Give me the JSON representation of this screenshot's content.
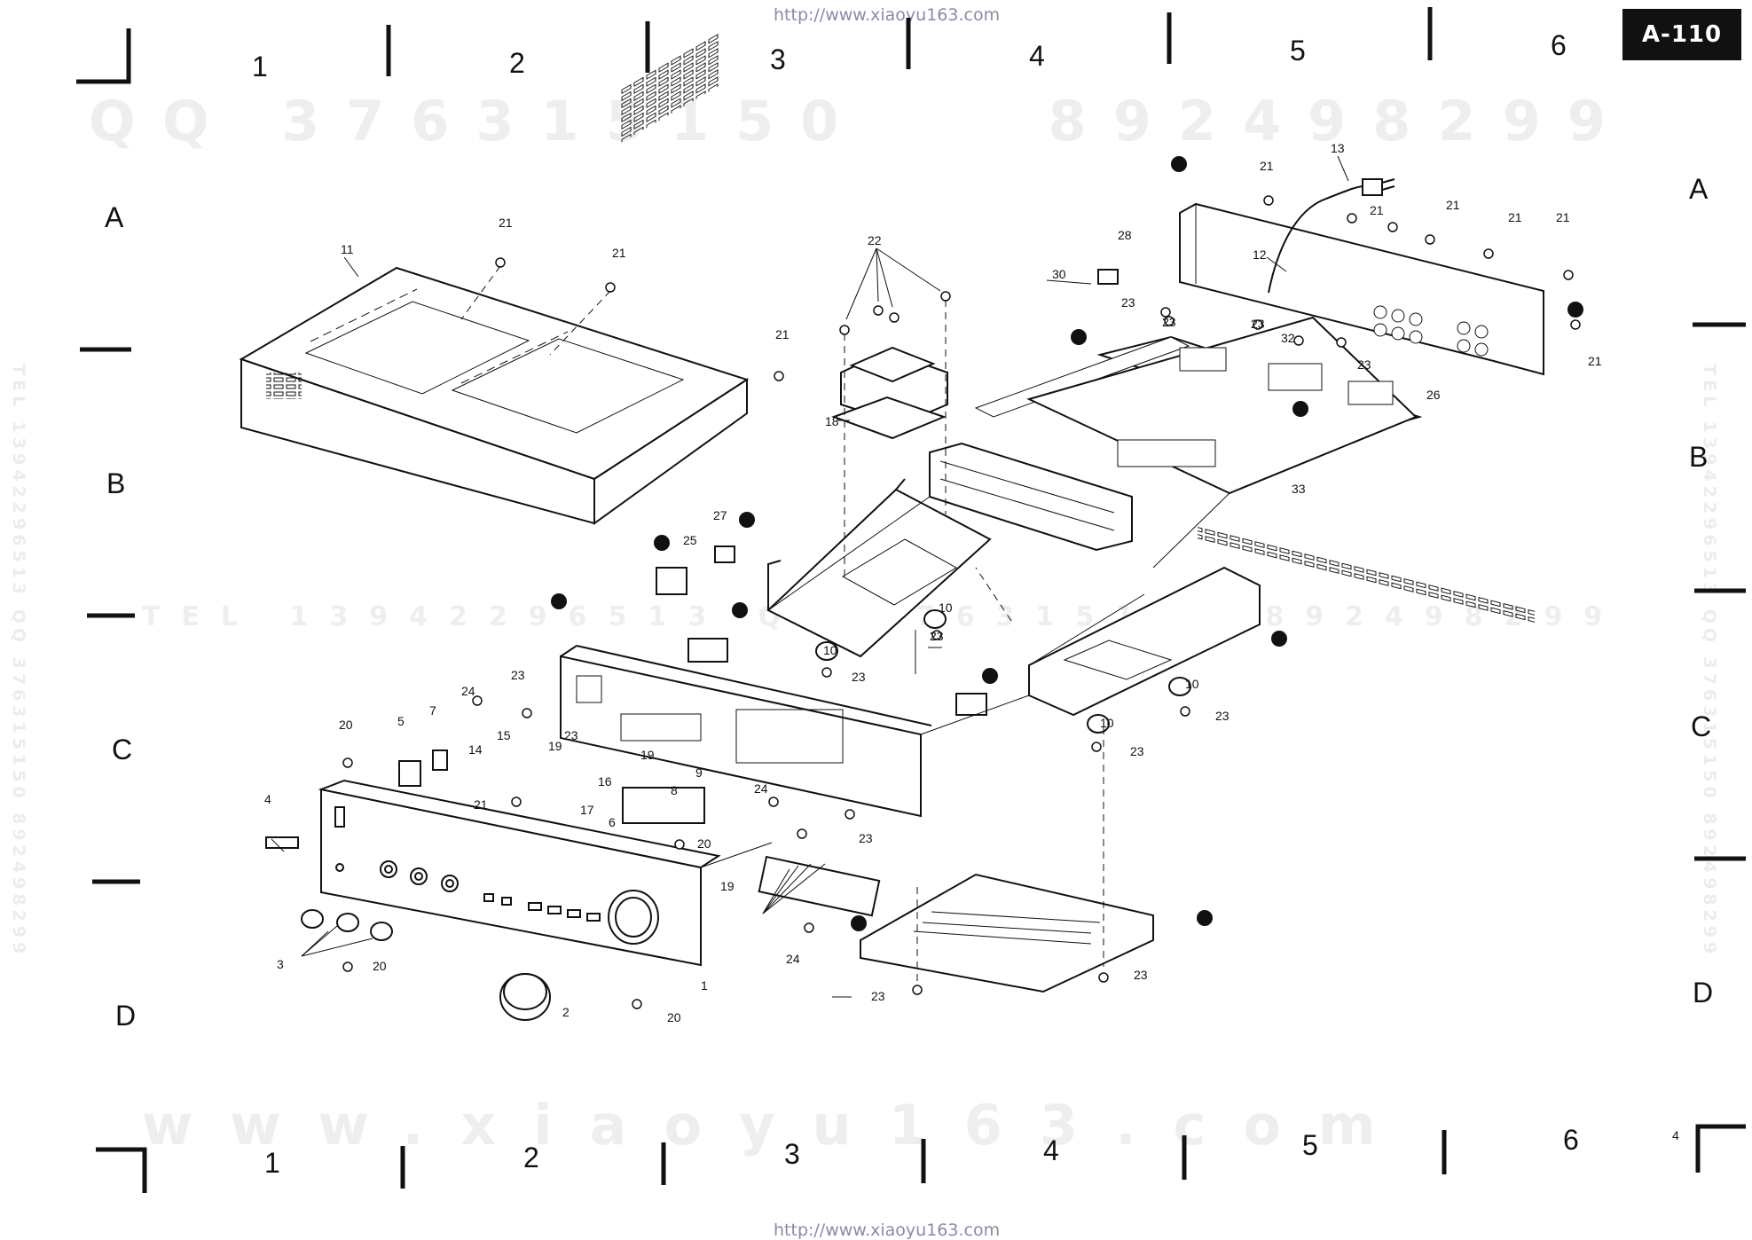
{
  "header": {
    "url_top": "http://www.xiaoyu163.com",
    "url_bottom": "http://www.xiaoyu163.com",
    "model_badge": "A-110",
    "page_number": "4"
  },
  "watermarks": {
    "top": "QQ 376315150    892498299",
    "middle": "TEL 13942296513 QQ 376315150 892498299",
    "bottom": "www.xiaoyu163.com",
    "side_left": "TEL 13942296513 QQ 376315150 892498299",
    "side_right": "TEL 13942296513 QQ 376315150 892498299"
  },
  "grid": {
    "columns": [
      "1",
      "2",
      "3",
      "4",
      "5",
      "6"
    ],
    "rows": [
      "A",
      "B",
      "C",
      "D"
    ]
  },
  "parts": {
    "p1": "1",
    "p2": "2",
    "p3": "3",
    "p4": "4",
    "p5": "5",
    "p6": "6",
    "p7": "7",
    "p8": "8",
    "p9": "9",
    "p10": "10",
    "p11": "11",
    "p12": "12",
    "p13": "13",
    "p14": "14",
    "p15": "15",
    "p16": "16",
    "p17": "17",
    "p18": "18",
    "p19": "19",
    "p20": "20",
    "p21": "21",
    "p22": "22",
    "p23": "23",
    "p24": "24",
    "p25": "25",
    "p26": "26",
    "p27": "27",
    "p28": "28",
    "p30": "30",
    "p32": "32",
    "p33": "33"
  },
  "colors": {
    "ink": "#111111",
    "watermark": "#eeeeee",
    "url": "#8a8aa8"
  }
}
